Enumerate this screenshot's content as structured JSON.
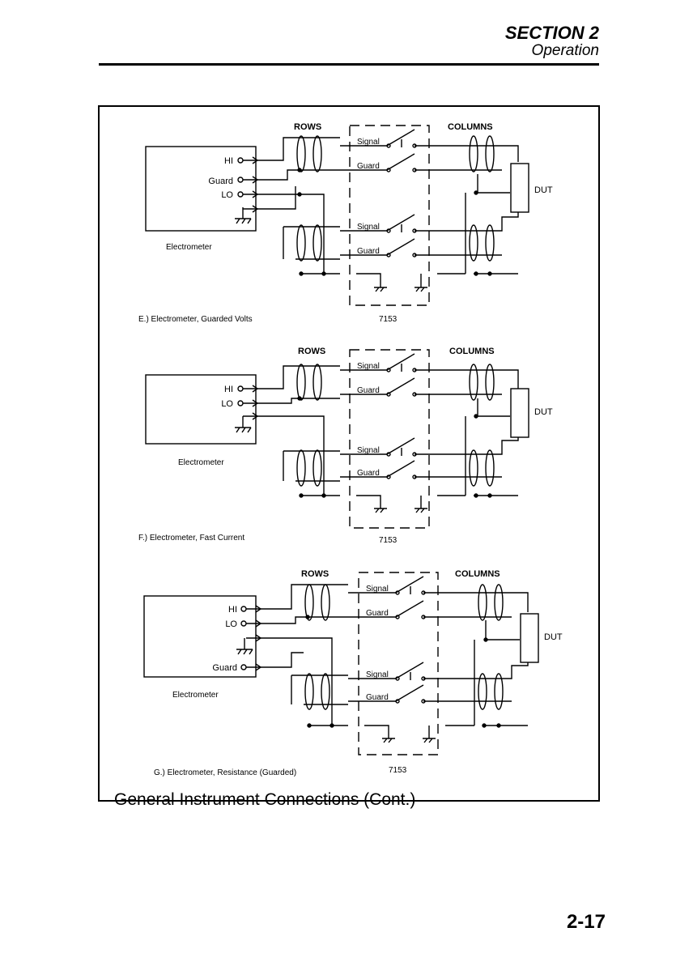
{
  "header": {
    "section": "SECTION 2",
    "subtitle": "Operation"
  },
  "page_number": "2-17",
  "caption": "General Instrument Connections (Cont.)",
  "diagrams": [
    {
      "id": "E",
      "title": "E.) Electrometer, Guarded Volts",
      "instrument_label": "Electrometer",
      "terminals": [
        "HI",
        "Guard",
        "LO"
      ],
      "rows_label": "ROWS",
      "columns_label": "COLUMNS",
      "card_label": "7153",
      "switch_labels": [
        "Signal",
        "Guard",
        "Signal",
        "Guard"
      ],
      "dut_label": "DUT"
    },
    {
      "id": "F",
      "title": "F.) Electrometer, Fast Current",
      "instrument_label": "Electrometer",
      "terminals": [
        "HI",
        "LO"
      ],
      "rows_label": "ROWS",
      "columns_label": "COLUMNS",
      "card_label": "7153",
      "switch_labels": [
        "Signal",
        "Guard",
        "Signal",
        "Guard"
      ],
      "dut_label": "DUT"
    },
    {
      "id": "G",
      "title": "G.) Electrometer, Resistance (Guarded)",
      "instrument_label": "Electrometer",
      "terminals": [
        "HI",
        "LO",
        "Guard"
      ],
      "rows_label": "ROWS",
      "columns_label": "COLUMNS",
      "card_label": "7153",
      "switch_labels": [
        "Signal",
        "Guard",
        "Signal",
        "Guard"
      ],
      "dut_label": "DUT"
    }
  ]
}
